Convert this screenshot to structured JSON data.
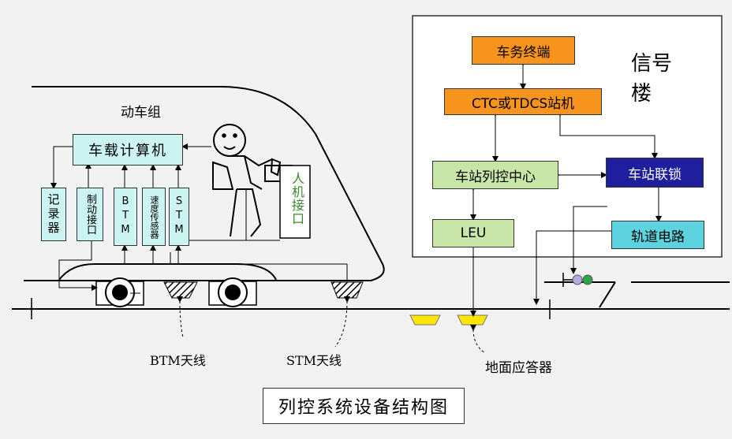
{
  "title": "列控系统设备结构图",
  "signal_building": {
    "label": "信号楼"
  },
  "train": {
    "label": "动车组",
    "computer": "车载计算机",
    "modules": [
      "记录器",
      "制动接口",
      "BTM",
      "速度传感器",
      "STM"
    ],
    "hmi": "人机接口"
  },
  "station": {
    "terminal": "车务终端",
    "ctc": "CTC或TDCS站机",
    "control_center": "车站列控中心",
    "interlocking": "车站联锁",
    "leu": "LEU",
    "track_circuit": "轨道电路"
  },
  "labels": {
    "btm_antenna": "BTM天线",
    "stm_antenna": "STM天线",
    "balise": "地面应答器"
  },
  "colors": {
    "orange": "#f7941d",
    "green": "#c8e6a8",
    "blue": "#1f1f9e",
    "cyan": "#5ed3e0",
    "light_cyan": "#ccf4f2",
    "yellow": "#ffe600",
    "hmi_text": "#3a8a2a"
  }
}
